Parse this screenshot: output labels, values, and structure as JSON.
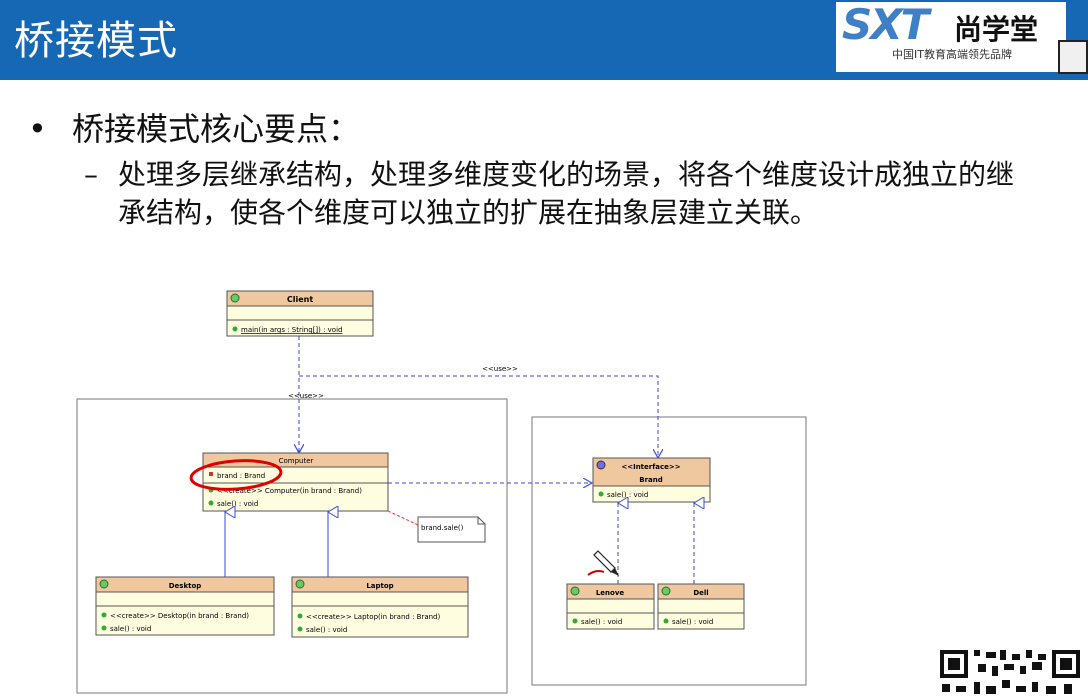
{
  "header": {
    "title": "桥接模式",
    "logo_mark": "SXT",
    "logo_name": "尚学堂",
    "logo_sub": "中国IT教育高端领先品牌"
  },
  "content": {
    "bullet_text": "桥接模式核心要点：",
    "sub_dash": "–",
    "sub_text": "处理多层继承结构，处理多维度变化的场景，将各个维度设计成独立的继承结构，使各个维度可以独立的扩展在抽象层建立关联。"
  },
  "diagram": {
    "client": {
      "name": "Client",
      "op": "main(in args : String[]) : void"
    },
    "use_label_1": "<<use>>",
    "use_label_2": "<<use>>",
    "computer": {
      "name": "Computer",
      "attr": "brand : Brand",
      "op1": "<<create>> Computer(in brand : Brand)",
      "op2": "sale() : void"
    },
    "note": "brand.sale()",
    "desktop": {
      "name": "Desktop",
      "op1": "<<create>> Desktop(in brand : Brand)",
      "op2": "sale() : void"
    },
    "laptop": {
      "name": "Laptop",
      "op1": "<<create>> Laptop(in brand : Brand)",
      "op2": "sale() : void"
    },
    "brand": {
      "stereotype": "<<Interface>>",
      "name": "Brand",
      "op": "sale() : void"
    },
    "lenove": {
      "name": "Lenove",
      "op": "sale() : void"
    },
    "dell": {
      "name": "Dell",
      "op": "sale() : void"
    }
  },
  "colors": {
    "header": "#1668b4",
    "class_header": "#f0c8a0",
    "class_body": "#fffde0",
    "arrow": "#3a4bd8",
    "highlight": "#e00000"
  }
}
